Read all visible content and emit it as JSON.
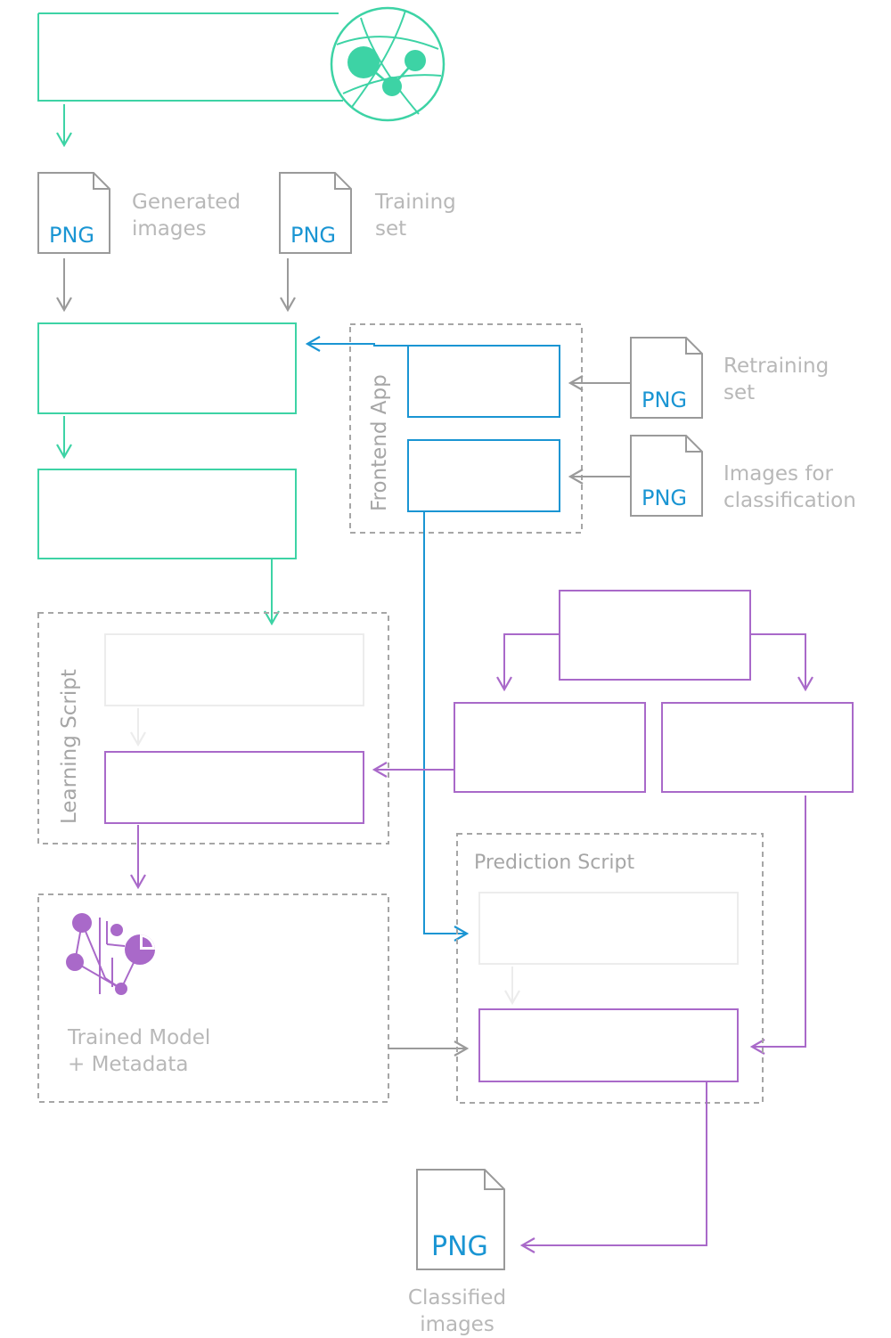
{
  "colors": {
    "teal": "#3dd3a5",
    "blue": "#1a95d3",
    "purple": "#a969c9",
    "gray": "#9a9a9a",
    "light_gray": "#b8b8b8"
  },
  "icons": {
    "top_right": "network-globe-icon",
    "model": "neural-model-icon"
  },
  "files": {
    "generated": {
      "type": "PNG",
      "label": "Generated\nimages"
    },
    "training": {
      "type": "PNG",
      "label": "Training\nset"
    },
    "retraining": {
      "type": "PNG",
      "label": "Retraining\nset"
    },
    "classification": {
      "type": "PNG",
      "label": "Images for\nclassification"
    },
    "classified": {
      "type": "PNG",
      "label": "Classified\nimages"
    }
  },
  "groups": {
    "frontend": "Frontend App",
    "learning": "Learning Script",
    "prediction": "Prediction Script",
    "model": "Trained Model\n+ Metadata"
  }
}
